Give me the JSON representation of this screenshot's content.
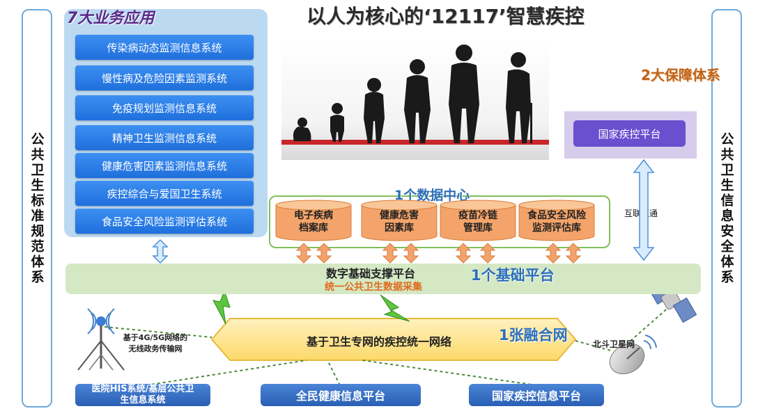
{
  "title": "以人为核心的‘12117’智慧疾控",
  "left_pillar": "公共卫生标准规范体系",
  "right_pillar": "公共卫生信息安全体系",
  "applications": {
    "title": "7大业务应用",
    "items": [
      "传染病动态监测信息系统",
      "慢性病及危险因素监测系统",
      "免疫规划监测信息系统",
      "精神卫生监测信息系统",
      "健康危害因素监测信息系统",
      "疾控综合与爱国卫生系统",
      "食品安全风险监测评估系统"
    ]
  },
  "security": {
    "title": "2大保障体系",
    "national_platform": "国家疾控平台",
    "interconnect": "互联互通"
  },
  "data_center": {
    "title": "1个数据中心",
    "databases": [
      [
        "电子疾病",
        "档案库"
      ],
      [
        "健康危害",
        "因素库"
      ],
      [
        "疫苗冷链",
        "管理库"
      ],
      [
        "食品安全风险",
        "监测评估库"
      ]
    ]
  },
  "platform": {
    "name": "数字基础支撑平台",
    "subtitle": "统一公共卫生数据采集",
    "tag": "1个基础平台"
  },
  "network": {
    "name": "基于卫生专网的疾控统一网络",
    "tag": "1张融合网",
    "wireless": [
      "基于4G/5G网络的",
      "无线政务传输网"
    ],
    "satellite": "北斗卫星网"
  },
  "bottom": {
    "his": [
      "医院HIS系统/基层公共卫",
      "生信息系统"
    ],
    "health": "全民健康信息平台",
    "cdc": "国家疾控信息平台"
  },
  "colors": {
    "app_button": "#2a7be6",
    "national_button": "#6a4fcf",
    "platform_band": "#d4e8c4",
    "network_band": "#fde59a",
    "database": "#f4a46a",
    "tag_blue": "#2e6fb8",
    "tag_orange": "#c0641a",
    "tag_purple": "#5b2a86"
  }
}
